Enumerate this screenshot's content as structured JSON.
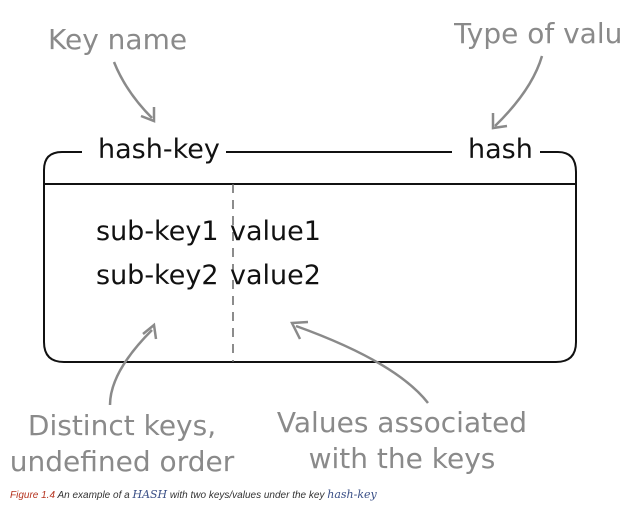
{
  "annotations": {
    "key_name": "Key name",
    "type_of_value": "Type of valu",
    "distinct_keys_line1": "Distinct keys,",
    "distinct_keys_line2": "undefined order",
    "values_assoc_line1": "Values associated",
    "values_assoc_line2": "with the keys"
  },
  "hash_box": {
    "key": "hash-key",
    "type": "hash",
    "entries": [
      {
        "sub_key": "sub-key1",
        "value": "value1"
      },
      {
        "sub_key": "sub-key2",
        "value": "value2"
      }
    ]
  },
  "caption": {
    "figure_label": "Figure 1.4",
    "text_before": " An example of a ",
    "hash_word": "HASH",
    "text_middle": " with two keys/values under the key ",
    "key_word": "hash-key"
  },
  "colors": {
    "annotation": "#8a8a8a",
    "figure_label": "#b5331f",
    "code": "#3a4f86"
  }
}
